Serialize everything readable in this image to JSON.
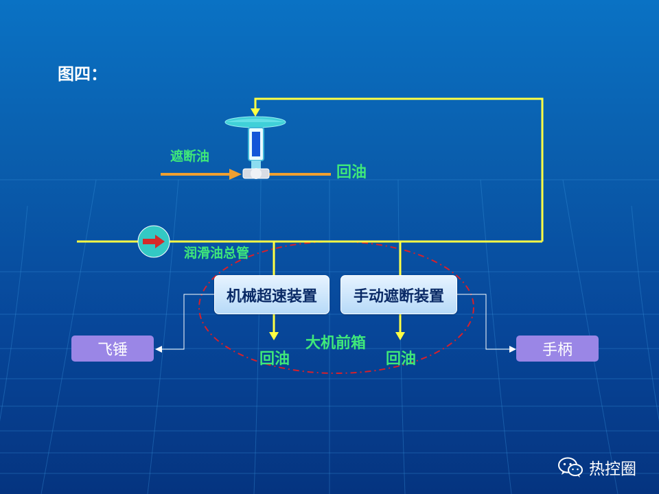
{
  "title": "图四：",
  "labels": {
    "cutoff_oil": "遮断油",
    "return_oil_top": "回油",
    "main_pipe": "润滑油总管",
    "front_box": "大机前箱",
    "return_oil_left": "回油",
    "return_oil_right": "回油"
  },
  "boxes": {
    "mechanical": "机械超速装置",
    "manual": "手动遮断装置"
  },
  "outputs": {
    "hammer": "飞锤",
    "handle": "手柄"
  },
  "watermark": {
    "text": "热控圈",
    "icon": "wechat-icon"
  },
  "colors": {
    "pipe_yellow": "#ffff44",
    "cutoff_orange": "#f0a030",
    "label_green": "#3fe87a",
    "dashed_red": "#d8202a",
    "pill_purple": "#9a86e6",
    "valve_cyan": "#40d0d8"
  }
}
